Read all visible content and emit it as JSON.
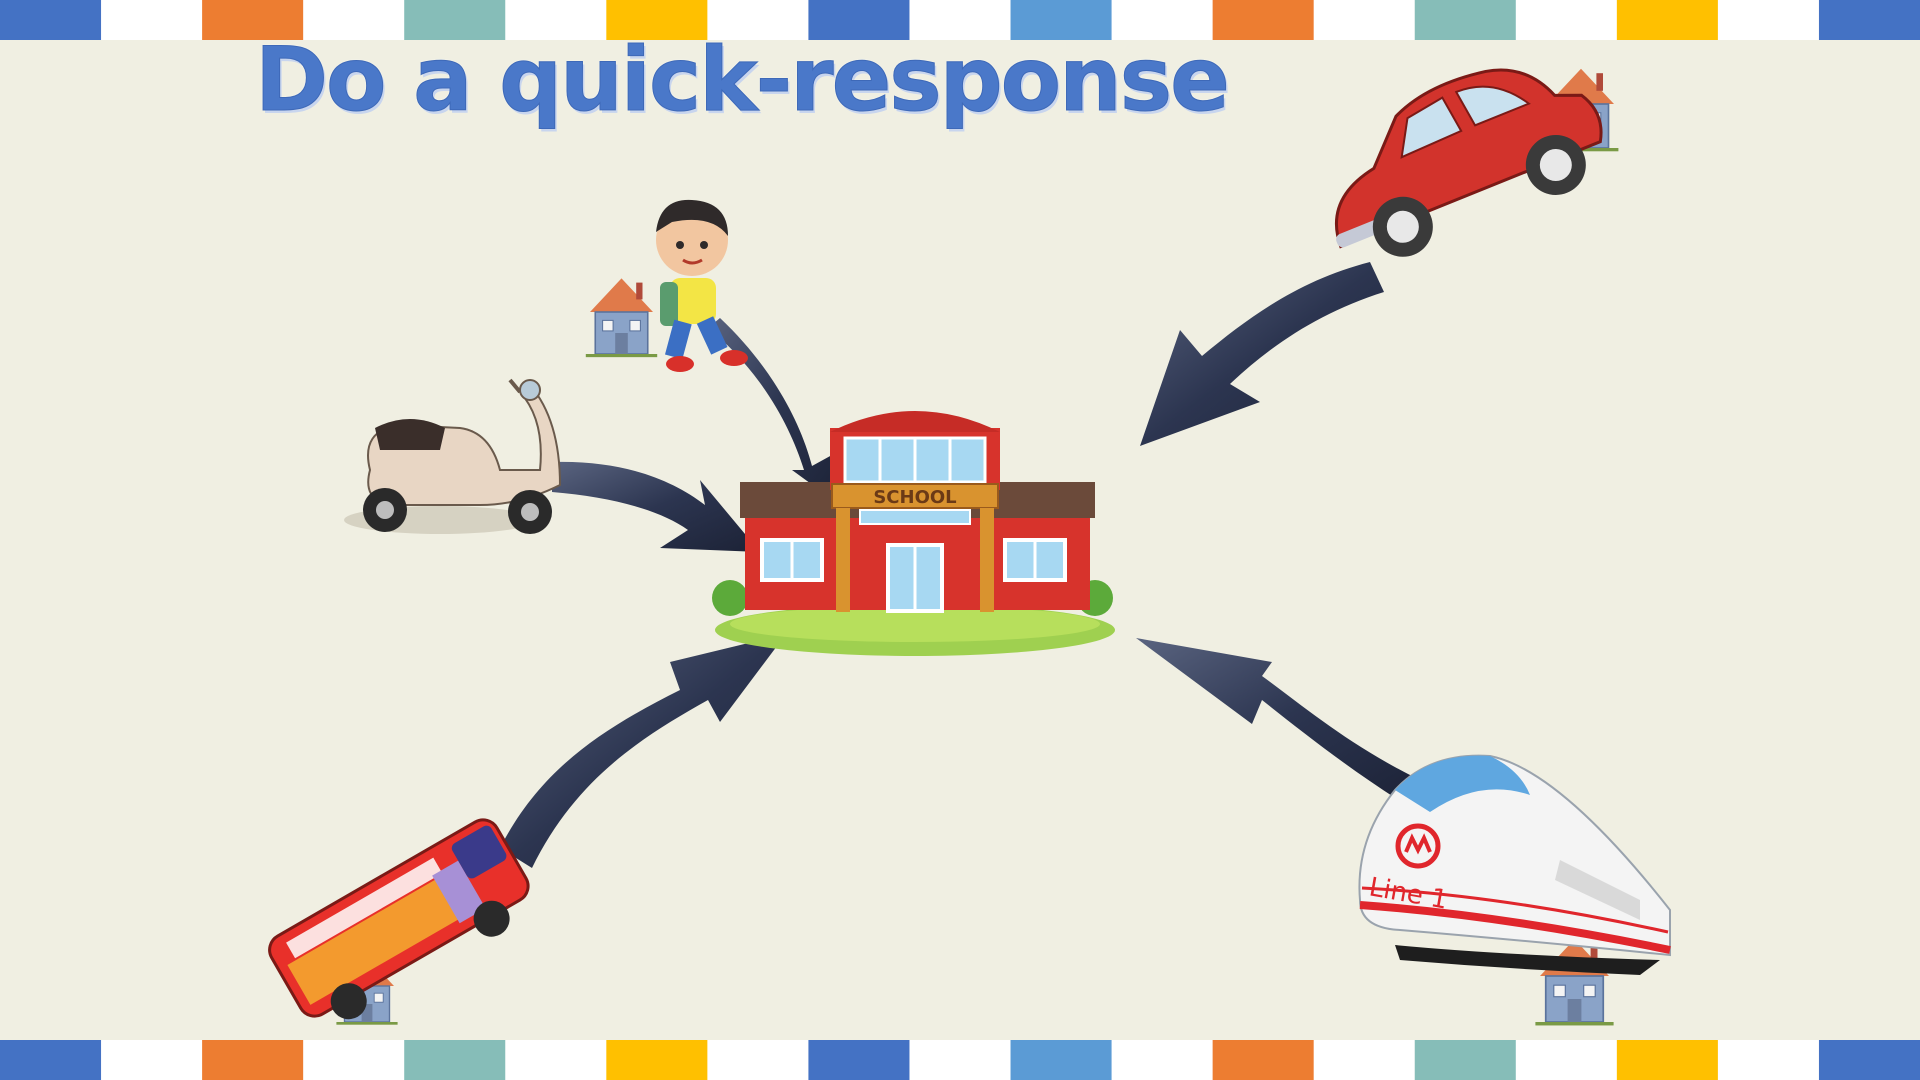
{
  "title": "Do a quick-response",
  "center": {
    "sign": "SCHOOL"
  },
  "train": {
    "label": "Line 1"
  },
  "colors": {
    "background": "#f0efe2",
    "title": "#4a78c9",
    "arrow": "#2c3550",
    "strip": [
      "#4472c4",
      "#ffffff",
      "#ed7d31",
      "#ffffff",
      "#86bdb8",
      "#ffffff",
      "#ffc000",
      "#ffffff",
      "#4472c4",
      "#ffffff",
      "#5b9bd5",
      "#ffffff",
      "#ed7d31",
      "#ffffff",
      "#86bdb8",
      "#ffffff",
      "#ffc000",
      "#ffffff",
      "#4472c4"
    ]
  }
}
